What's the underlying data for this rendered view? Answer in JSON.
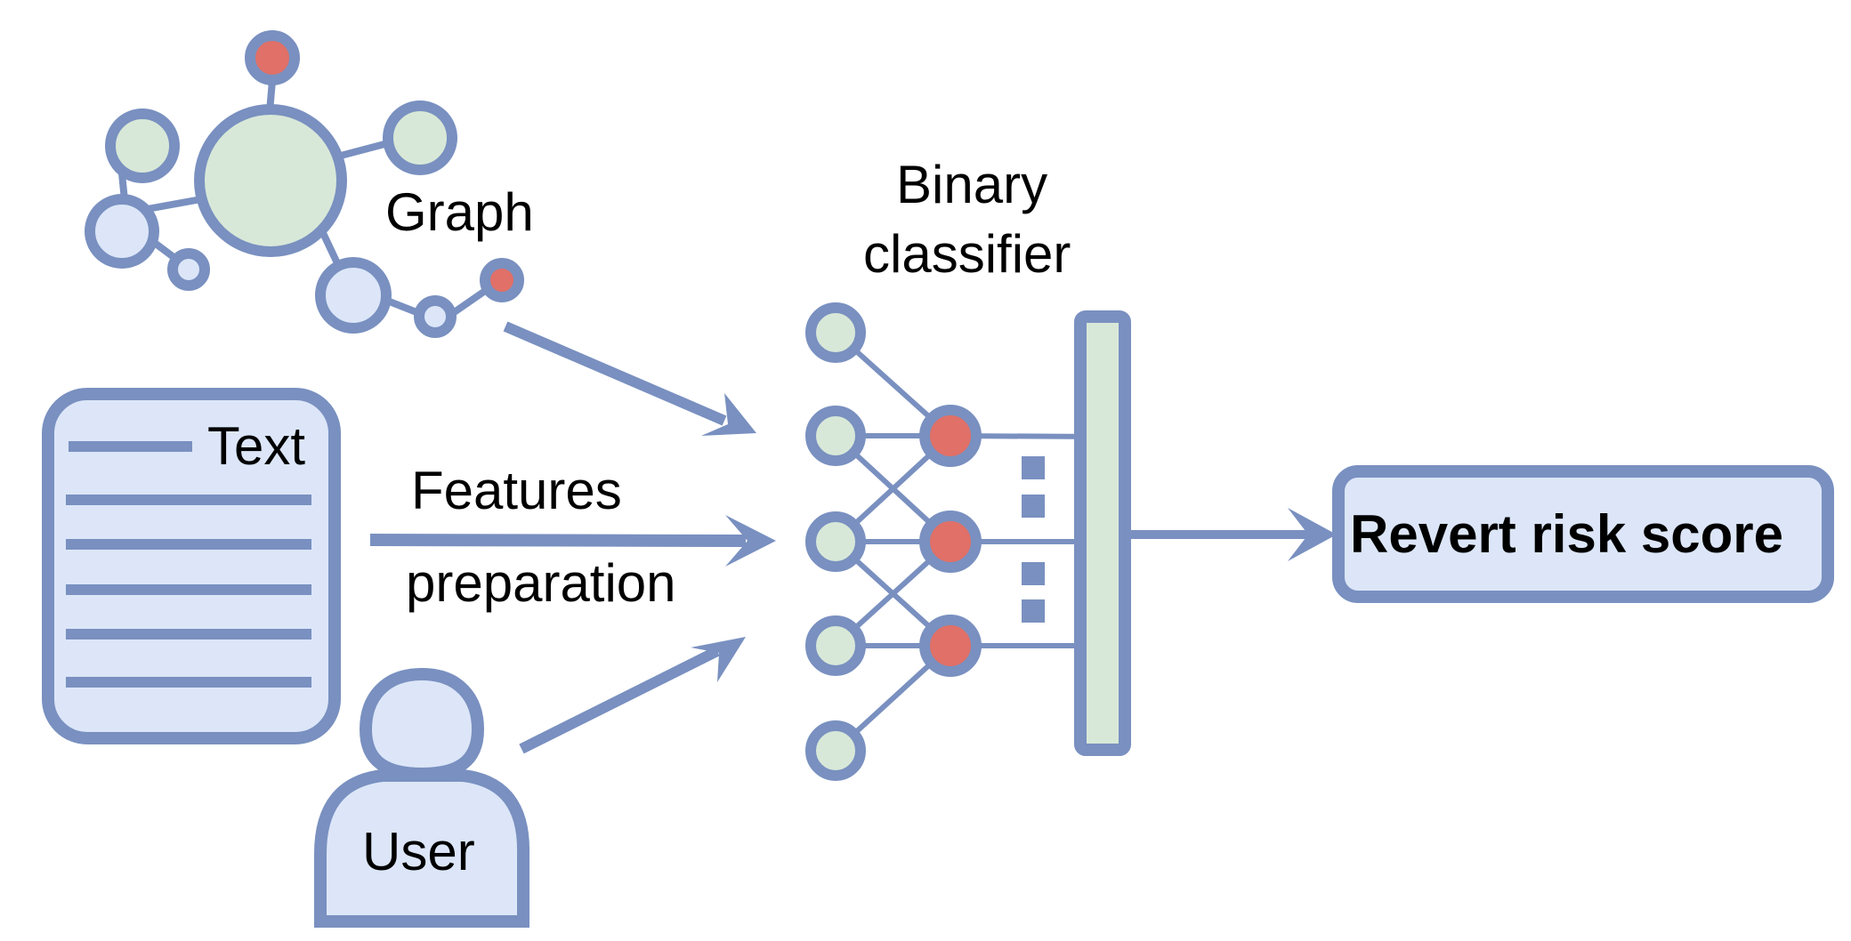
{
  "labels": {
    "graph": "Graph",
    "text": "Text",
    "user": "User",
    "features_line1": "Features",
    "features_line2": "preparation",
    "classifier_line1": "Binary",
    "classifier_line2": "classifier",
    "output": "Revert risk score"
  },
  "colors": {
    "stroke": "#7990c0",
    "node_green": "#d8e8d8",
    "node_blue": "#dce6f8",
    "node_red": "#e07068",
    "box_fill": "#dce6f8",
    "bar_fill": "#d8e8d8"
  }
}
